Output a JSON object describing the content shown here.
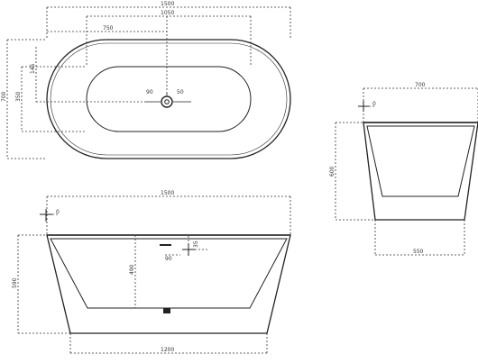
{
  "top_view": {
    "overall_length": "1500",
    "inner_length": "1050",
    "drain_offset": "750",
    "overall_width": "700",
    "inner_width": "350",
    "drain_offset_y": "145",
    "angle_left": "90",
    "angle_right": "50"
  },
  "front_view": {
    "overall_length": "1500",
    "bottom_length": "1200",
    "height": "590",
    "inner_depth": "490",
    "symbol_value": "0",
    "offset_small": "35",
    "offset_label": "90"
  },
  "side_view": {
    "overall_width": "700",
    "bottom_width": "550",
    "height": "600",
    "symbol_value": "0"
  }
}
